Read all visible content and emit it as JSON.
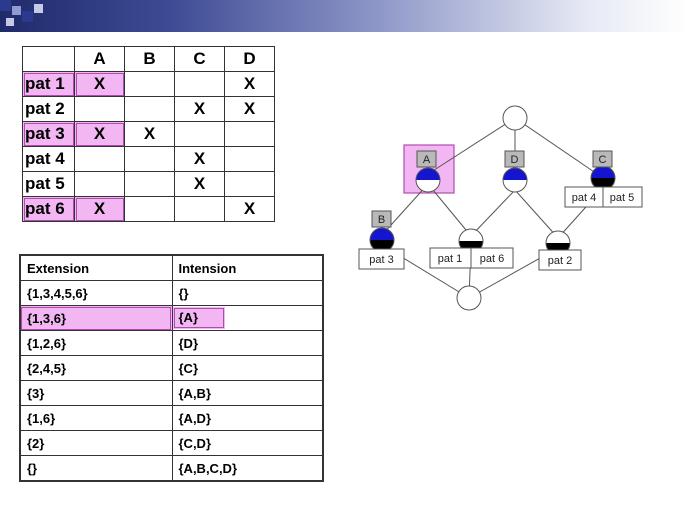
{
  "context_table": {
    "columns": [
      "A",
      "B",
      "C",
      "D"
    ],
    "rows": [
      {
        "label": "pat 1",
        "cells": [
          "X",
          "",
          "",
          "X"
        ],
        "highlight": true
      },
      {
        "label": "pat 2",
        "cells": [
          "",
          "",
          "X",
          "X"
        ],
        "highlight": false
      },
      {
        "label": "pat 3",
        "cells": [
          "X",
          "X",
          "",
          ""
        ],
        "highlight": true
      },
      {
        "label": "pat 4",
        "cells": [
          "",
          "",
          "X",
          ""
        ],
        "highlight": false
      },
      {
        "label": "pat 5",
        "cells": [
          "",
          "",
          "X",
          ""
        ],
        "highlight": false
      },
      {
        "label": "pat 6",
        "cells": [
          "X",
          "",
          "",
          "X"
        ],
        "highlight": true
      }
    ]
  },
  "concept_table": {
    "headers": [
      "Extension",
      "Intension"
    ],
    "rows": [
      [
        "{1,3,4,5,6}",
        "{}"
      ],
      [
        "{1,3,6}",
        "{A}"
      ],
      [
        "{1,2,6}",
        "{D}"
      ],
      [
        "{2,4,5}",
        "{C}"
      ],
      [
        "{3}",
        "{A,B}"
      ],
      [
        "{1,6}",
        "{A,D}"
      ],
      [
        "{2}",
        "{C,D}"
      ],
      [
        "{}",
        "{A,B,C,D}"
      ]
    ],
    "highlight_row": 1
  },
  "lattice": {
    "attribute_labels": {
      "a": "A",
      "d": "D",
      "c": "C",
      "b": "B"
    },
    "object_labels": {
      "pat4": "pat 4",
      "pat5": "pat 5",
      "pat3": "pat 3",
      "pat1": "pat 1",
      "pat6": "pat 6",
      "pat2": "pat 2"
    }
  },
  "colors": {
    "highlight": "#f2b7f2",
    "highlight_border": "#b04cb0",
    "attribute_half": "#1515d0",
    "object_half": "#000000",
    "attr_box": "#b9b9b9"
  }
}
